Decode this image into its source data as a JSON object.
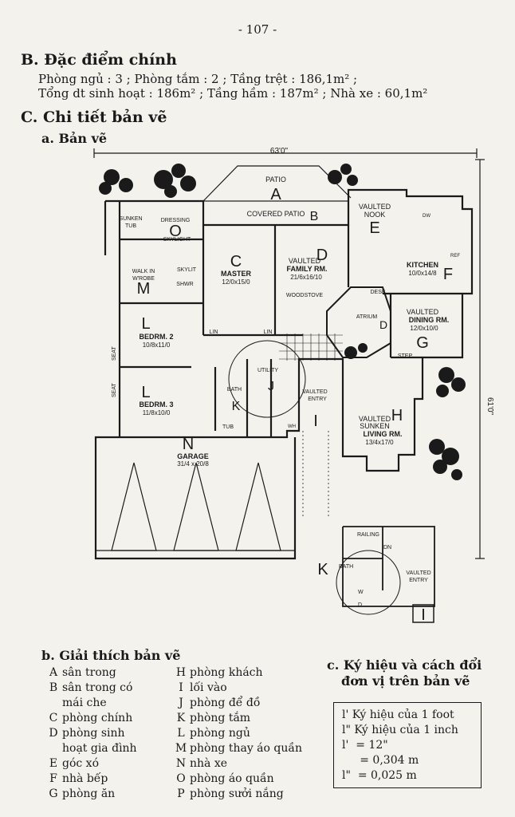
{
  "page_number": "- 107 -",
  "section_b": {
    "heading": "B. Đặc điểm chính",
    "line1": "Phòng ngủ : 3  ;  Phòng tắm : 2  ;  Tầng trệt : 186,1m²  ;",
    "line2": "Tổng dt sinh hoạt : 186m²  ;  Tầng hầm : 187m²  ;  Nhà xe : 60,1m²"
  },
  "section_c": {
    "heading": "C. Chi tiết bản vẽ",
    "sub_a": "a. Bản vẽ",
    "sub_b": "b. Giải thích bản vẽ",
    "sub_c_line1": "c. Ký hiệu và cách đổi",
    "sub_c_line2": "đơn vị trên bản vẽ"
  },
  "plan": {
    "width_dim": "63'0\"",
    "depth_dim": "61'0\"",
    "labels": {
      "patio": "PATIO",
      "covered_patio": "COVERED PATIO",
      "vaulted_nook_1": "VAULTED",
      "vaulted_nook_2": "NOOK",
      "sunken_tub_1": "SUNKEN",
      "sunken_tub_2": "TUB",
      "dressing": "DRESSING",
      "skylight": "SKYLIGHT",
      "walk_in_1": "WALK IN",
      "walk_in_2": "W'ROBE",
      "skylit": "SKYLIT",
      "shwr": "SHWR",
      "master": "MASTER",
      "master_dim": "12/0x15/0",
      "family_1": "VAULTED",
      "family_2": "FAMILY RM.",
      "family_dim": "21/6x16/10",
      "woodstove": "WOODSTOVE",
      "atrium": "ATRIUM",
      "desk": "DESK",
      "kitchen": "KITCHEN",
      "kitchen_dim": "10/0x14/8",
      "ref": "REF",
      "dw": "DW",
      "dining_1": "VAULTED",
      "dining_2": "DINING RM.",
      "dining_dim": "12/0x10/0",
      "step": "STEP",
      "lin1": "LIN",
      "lin2": "LIN",
      "bedrm2": "BEDRM. 2",
      "bedrm2_dim": "10/8x11/0",
      "bedrm3": "BEDRM. 3",
      "bedrm3_dim": "11/8x10/0",
      "seat1": "SEAT",
      "seat2": "SEAT",
      "bath": "BATH",
      "tub": "TUB",
      "utility": "UTILITY",
      "vaulted_entry_1": "VAULTED",
      "vaulted_entry_2": "ENTRY",
      "living_1": "VAULTED",
      "living_2": "SUNKEN",
      "living_3": "LIVING RM.",
      "living_dim": "13/4x17/0",
      "garage": "GARAGE",
      "garage_dim": "31/4 x 20/8",
      "railing": "RAILING",
      "dn": "DN",
      "detail_bath": "BATH",
      "detail_entry_1": "VAULTED",
      "detail_entry_2": "ENTRY",
      "w": "W",
      "d": "D",
      "wh": "WH"
    },
    "letters": {
      "A": "A",
      "B": "B",
      "C": "C",
      "D": "D",
      "E": "E",
      "F": "F",
      "G": "G",
      "H": "H",
      "I": "I",
      "J": "J",
      "K": "K",
      "L": "L",
      "M": "M",
      "N": "N",
      "O": "O",
      "D2": "D",
      "K2": "K",
      "I2": "I"
    }
  },
  "legend_col1": [
    {
      "key": "A",
      "value": "sân trong"
    },
    {
      "key": "B",
      "value": "sân trong có"
    },
    {
      "key": "",
      "value": "mái che"
    },
    {
      "key": "C",
      "value": "phòng chính"
    },
    {
      "key": "D",
      "value": "phòng sinh"
    },
    {
      "key": "",
      "value": "hoạt gia đình"
    },
    {
      "key": "E",
      "value": "góc xó"
    },
    {
      "key": "F",
      "value": "nhà bếp"
    },
    {
      "key": "G",
      "value": "phòng ăn"
    }
  ],
  "legend_col2": [
    {
      "key": "H",
      "value": "phòng khách"
    },
    {
      "key": "I",
      "value": "lối vào"
    },
    {
      "key": "J",
      "value": "phòng để đồ"
    },
    {
      "key": "K",
      "value": "phòng tắm"
    },
    {
      "key": "L",
      "value": "phòng ngủ"
    },
    {
      "key": "M",
      "value": "phòng thay áo quần"
    },
    {
      "key": "N",
      "value": "nhà xe"
    },
    {
      "key": "O",
      "value": "phòng áo quần"
    },
    {
      "key": "P",
      "value": "phòng sưởi nắng"
    }
  ],
  "units": [
    "l' Ký hiệu của 1 foot",
    "l\" Ký hiệu của 1 inch",
    "l'  = 12\"",
    "     = 0,304 m",
    "l\"  = 0,025 m"
  ]
}
